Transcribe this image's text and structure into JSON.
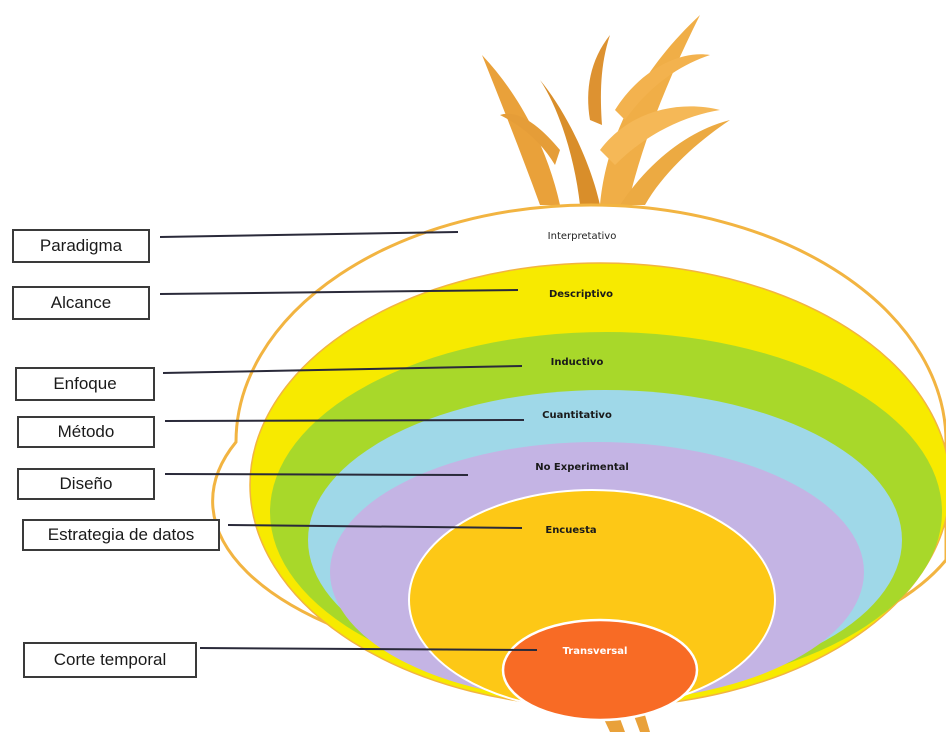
{
  "labels": [
    {
      "id": "paradigma",
      "text": "Paradigma",
      "value": "Interpretativo"
    },
    {
      "id": "alcance",
      "text": "Alcance",
      "value": "Descriptivo"
    },
    {
      "id": "enfoque",
      "text": "Enfoque",
      "value": "Inductivo"
    },
    {
      "id": "metodo",
      "text": "Método",
      "value": "Cuantitativo"
    },
    {
      "id": "diseno",
      "text": "Diseño",
      "value": "No Experimental"
    },
    {
      "id": "estrategia",
      "text": "Estrategia de datos",
      "value": "Encuesta"
    },
    {
      "id": "corte",
      "text": "Corte temporal",
      "value": "Transversal"
    }
  ],
  "colors": {
    "outer_ring": "#f2b441",
    "descriptivo": "#f7ea00",
    "inductivo": "#a8d82a",
    "cuantitativo": "#9fd8e8",
    "no_experimental": "#c4b4e4",
    "encuesta": "#fdc816",
    "transversal": "#f86b25",
    "leaves": "#e8a33c",
    "leader_line": "#2a2a3a"
  }
}
